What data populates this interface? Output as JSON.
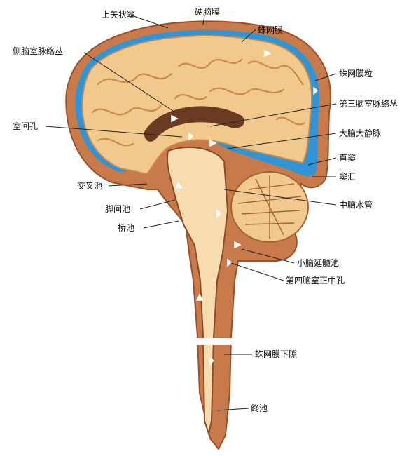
{
  "labels": {
    "superior_sagittal_sinus": "上矢状窦",
    "dura_mater": "硬脑膜",
    "arachnoid": "蛛网膜",
    "lateral_ventricle_choroid_plexus": "侧脑室脉络丛",
    "arachnoid_granulations": "蛛网膜粒",
    "third_ventricle_choroid_plexus": "第三脑室脉络丛",
    "interventricular_foramen": "室间孔",
    "great_cerebral_vein": "大脑大静脉",
    "straight_sinus": "直窦",
    "confluence_of_sinuses": "窦汇",
    "chiasmatic_cistern": "交叉池",
    "cerebral_aqueduct": "中脑水管",
    "interpeduncular_cistern": "脚间池",
    "pontine_cistern": "桥池",
    "cerebellomedullary_cistern": "小脑延髓池",
    "median_aperture": "第四脑室正中孔",
    "subarachnoid_space": "蛛网膜下隙",
    "terminal_cistern": "终池"
  },
  "colors": {
    "dura": "#b5643a",
    "csf_blue": "#2f95d6",
    "brain": "#f2c98d",
    "brain_fold": "#c98a4e",
    "ventricle": "#6b3a22",
    "cord": "#f6dcae",
    "arrow": "#ffffff"
  }
}
